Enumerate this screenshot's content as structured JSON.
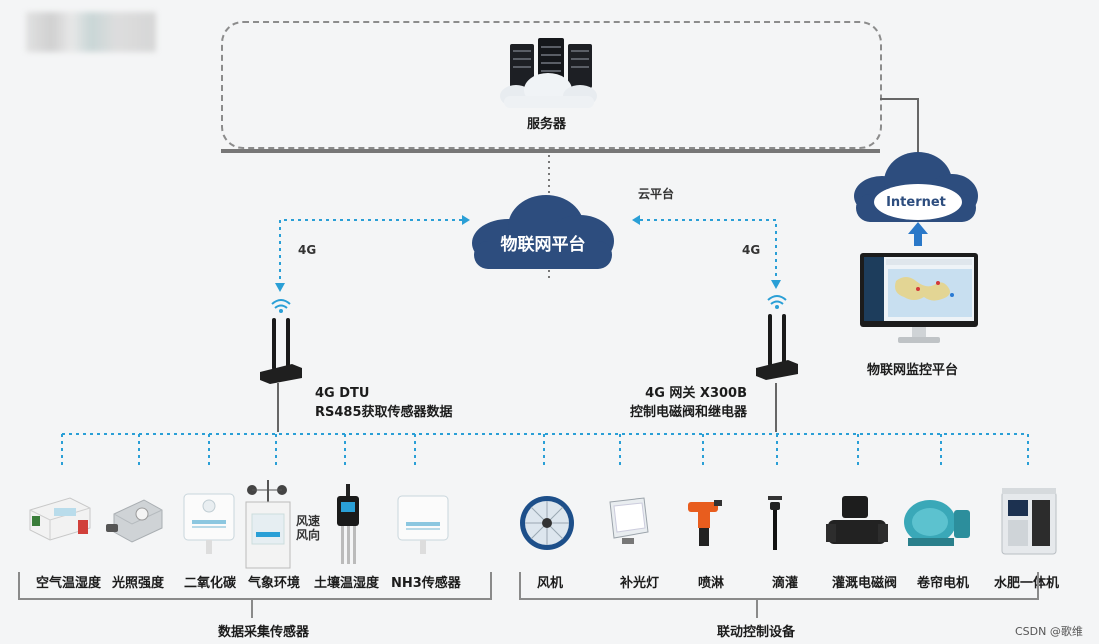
{
  "server": {
    "label": "服务器"
  },
  "cloud_platform": {
    "label": "云平台",
    "main_label": "物联网平台"
  },
  "internet": {
    "label": "Internet"
  },
  "monitor": {
    "label": "物联网监控平台"
  },
  "links": {
    "left_4g": "4G",
    "right_4g": "4G"
  },
  "dtu": {
    "line1": "4G DTU",
    "line2": "RS485获取传感器数据"
  },
  "gateway": {
    "line1": "4G 网关 X300B",
    "line2": "控制电磁阀和继电器"
  },
  "sensors": {
    "group_label": "数据采集传感器",
    "items": [
      {
        "label": "空气温湿度",
        "icon": "temp-humidity-sensor-icon"
      },
      {
        "label": "光照强度",
        "icon": "light-sensor-icon"
      },
      {
        "label": "二氧化碳",
        "icon": "co2-sensor-icon"
      },
      {
        "label": "气象环境",
        "icon": "weather-station-icon",
        "extra": "风速\n风向"
      },
      {
        "label": "土壤温湿度",
        "icon": "soil-sensor-icon"
      },
      {
        "label": "NH3传感器",
        "icon": "nh3-sensor-icon"
      }
    ],
    "weather_extra_1": "风速",
    "weather_extra_2": "风向"
  },
  "controls": {
    "group_label": "联动控制设备",
    "items": [
      {
        "label": "风机",
        "icon": "fan-icon"
      },
      {
        "label": "补光灯",
        "icon": "grow-light-icon"
      },
      {
        "label": "喷淋",
        "icon": "sprinkler-icon"
      },
      {
        "label": "滴灌",
        "icon": "drip-irrigation-icon"
      },
      {
        "label": "灌溉电磁阀",
        "icon": "solenoid-valve-icon"
      },
      {
        "label": "卷帘电机",
        "icon": "curtain-motor-icon"
      },
      {
        "label": "水肥一体机",
        "icon": "fertigation-machine-icon"
      }
    ]
  },
  "credit": "CSDN @歌维",
  "colors": {
    "cloud": "#2d4d7e",
    "link": "#2a9fd6",
    "arrow": "#2a78c8",
    "line": "#555555"
  }
}
